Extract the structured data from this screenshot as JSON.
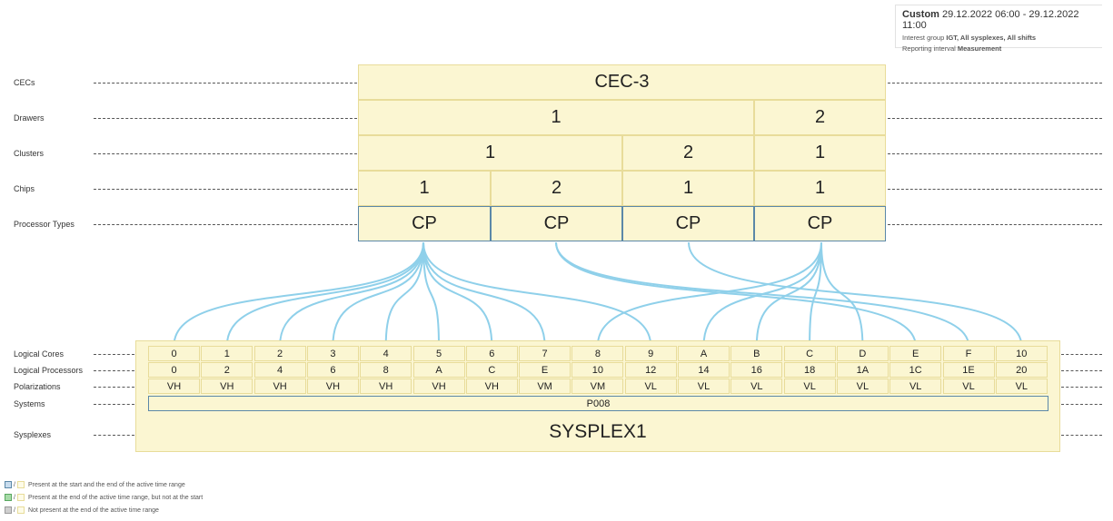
{
  "header": {
    "range_type": "Custom",
    "range": "29.12.2022 06:00 - 29.12.2022 11:00",
    "interest_label": "Interest group",
    "interest_values": "IGT, All sysplexes, All shifts",
    "interval_label": "Reporting interval",
    "interval_value": "Measurement"
  },
  "row_labels": {
    "cecs": "CECs",
    "drawers": "Drawers",
    "clusters": "Clusters",
    "chips": "Chips",
    "processor_types": "Processor Types",
    "logical_cores": "Logical Cores",
    "logical_processors": "Logical Processors",
    "polarizations": "Polarizations",
    "systems": "Systems",
    "sysplexes": "Sysplexes"
  },
  "cec": "CEC-3",
  "drawers": [
    "1",
    "2"
  ],
  "clusters": [
    "1",
    "2",
    "1"
  ],
  "chips": [
    "1",
    "2",
    "1",
    "1"
  ],
  "processor_types": [
    "CP",
    "CP",
    "CP",
    "CP"
  ],
  "logical_cores": [
    "0",
    "1",
    "2",
    "3",
    "4",
    "5",
    "6",
    "7",
    "8",
    "9",
    "A",
    "B",
    "C",
    "D",
    "E",
    "F",
    "10"
  ],
  "logical_processors": [
    "0",
    "2",
    "4",
    "6",
    "8",
    "A",
    "C",
    "E",
    "10",
    "12",
    "14",
    "16",
    "18",
    "1A",
    "1C",
    "1E",
    "20"
  ],
  "polarizations": [
    "VH",
    "VH",
    "VH",
    "VH",
    "VH",
    "VH",
    "VH",
    "VM",
    "VM",
    "VL",
    "VL",
    "VL",
    "VL",
    "VL",
    "VL",
    "VL",
    "VL"
  ],
  "system": "P008",
  "sysplex": "SYSPLEX1",
  "links": [
    {
      "from": 0,
      "to": 0
    },
    {
      "from": 0,
      "to": 1
    },
    {
      "from": 0,
      "to": 2
    },
    {
      "from": 0,
      "to": 3
    },
    {
      "from": 0,
      "to": 4
    },
    {
      "from": 0,
      "to": 5
    },
    {
      "from": 0,
      "to": 6
    },
    {
      "from": 0,
      "to": 7
    },
    {
      "from": 0,
      "to": 9
    },
    {
      "from": 1,
      "to": 14
    },
    {
      "from": 1,
      "to": 15
    },
    {
      "from": 2,
      "to": 16
    },
    {
      "from": 3,
      "to": 8
    },
    {
      "from": 3,
      "to": 10
    },
    {
      "from": 3,
      "to": 11
    },
    {
      "from": 3,
      "to": 12
    },
    {
      "from": 3,
      "to": 13
    }
  ],
  "legend": [
    {
      "text": "Present at the start and the end of the active time range",
      "border": "#5b88a8",
      "fill": "#c8dcee"
    },
    {
      "text": "Present at the end of the active time range, but not at the start",
      "border": "#59a860",
      "fill": "#a7dba8"
    },
    {
      "text": "Not present at the end of the active time range",
      "border": "#9a9a9a",
      "fill": "#cfcfcf"
    }
  ],
  "colors": {
    "cell_fill": "#fbf6d2",
    "cell_border": "#e8dc9a",
    "processor_border": "#5b88a8",
    "link": "#8fd0ea"
  }
}
